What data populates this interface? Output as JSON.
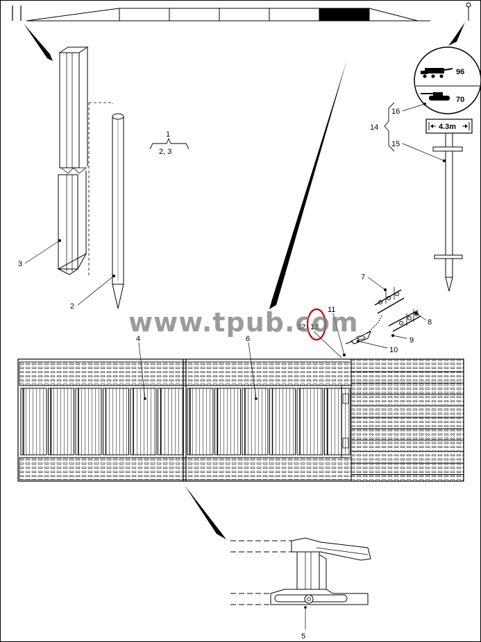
{
  "watermark": "www.tpub.com",
  "callouts": {
    "c1": "1",
    "c23": "2, 3",
    "c2": "2",
    "c3": "3",
    "c4": "4",
    "c5": "5",
    "c6": "6",
    "c7": "7",
    "c8": "8",
    "c9": "9",
    "c10": "10",
    "c11": "11",
    "c12": "12",
    "c13": "13",
    "c14": "14",
    "c15": "15",
    "c16": "16"
  },
  "sign": {
    "class_upper": "96",
    "class_lower": "70",
    "width_label": "4.3m"
  },
  "highlight_color": "#cc0000"
}
